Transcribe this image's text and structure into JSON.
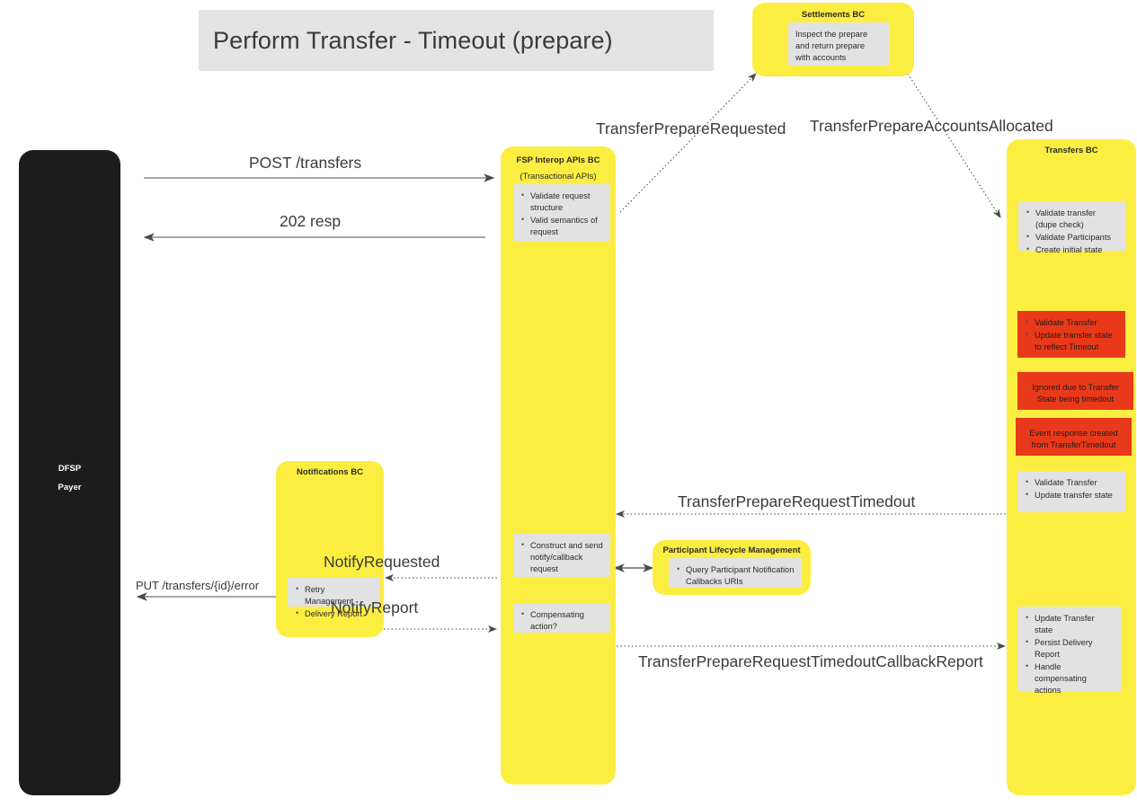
{
  "title": {
    "text": "Perform Transfer - Timeout (prepare)"
  },
  "lanes": {
    "dfsp": {
      "line1": "DFSP",
      "line2": "Payer"
    },
    "settlements": {
      "title": "Settlements BC",
      "note": [
        "Inspect the prepare and return prepare with accounts"
      ]
    },
    "fsp": {
      "title": "FSP Interop APIs BC",
      "subtitle": "(Transactional APIs)"
    },
    "notifications": {
      "title": "Notifications BC"
    },
    "plm": {
      "title": "Participant Lifecycle Management"
    },
    "transfers": {
      "title": "Transfers BC"
    }
  },
  "notes": {
    "fsp_validate": {
      "items": [
        "Validate request structure",
        "Valid semantics of request"
      ]
    },
    "fsp_construct": {
      "items": [
        "Construct and send notify/callback request"
      ]
    },
    "fsp_compensate": {
      "items": [
        "Compensating action?"
      ]
    },
    "notif_retry": {
      "items": [
        "Retry Management",
        "Delivery Report"
      ]
    },
    "plm_query": {
      "items": [
        "Query Participant Notification Callbacks URIs"
      ]
    },
    "tr_validate": {
      "items": [
        "Validate transfer (dupe check)",
        "Validate Participants",
        "Create initial state"
      ]
    },
    "tr_timeout_red": {
      "items": [
        "Validate Transfer",
        "Update transfer state to reflect Timeout"
      ]
    },
    "tr_ignored_red": {
      "text": "Ignored due to Transfer State being timedout"
    },
    "tr_event_red": {
      "text": "Event response created from TransferTimedout"
    },
    "tr_validate2": {
      "items": [
        "Validate Transfer",
        "Update transfer state"
      ]
    },
    "tr_update": {
      "items": [
        "Update Transfer state",
        "Persist Delivery Report",
        "Handle compensating actions"
      ]
    }
  },
  "edges": {
    "post_transfers": "POST /transfers",
    "resp_202": "202 resp",
    "put_error": "PUT /transfers/{id}/error",
    "prepare_requested": "TransferPrepareRequested",
    "accounts_allocated": "TransferPrepareAccountsAllocated",
    "request_timedout": "TransferPrepareRequestTimedout",
    "notify_requested": "NotifyRequested",
    "notify_report": "NotifyReport",
    "timedout_callback_report": "TransferPrepareRequestTimedoutCallbackReport"
  },
  "colors": {
    "lane_yellow": "#fcee41",
    "lane_dark": "#1c1c1c",
    "note_grey": "#e2e2e2",
    "alert_red": "#e8391b",
    "banner_grey": "#e4e4e4",
    "edge_grey": "#595959"
  }
}
